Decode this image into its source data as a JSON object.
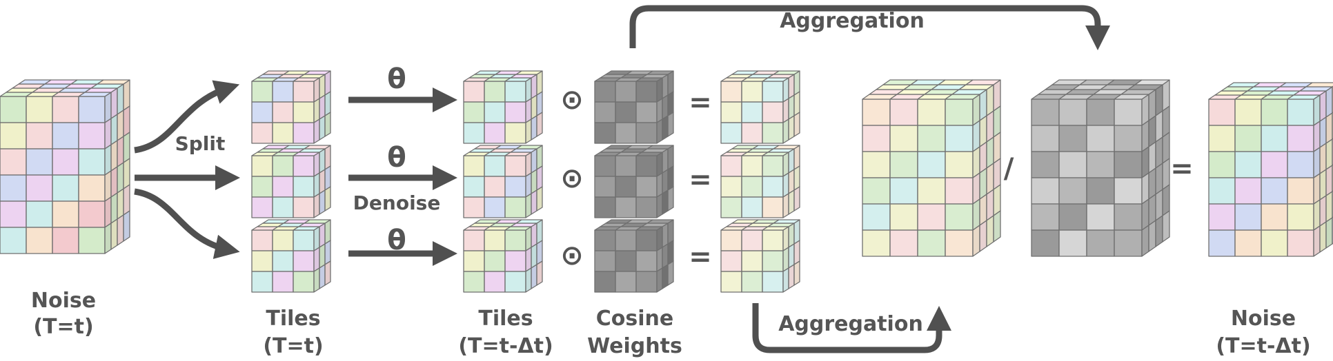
{
  "labels": {
    "noise_in_name": "Noise",
    "noise_in_time": "(T=t)",
    "tiles_in_name": "Tiles",
    "tiles_in_time": "(T=t)",
    "tiles_out_name": "Tiles",
    "tiles_out_time": "(T=t-Δt)",
    "cosine_name": "Cosine",
    "cosine_name2": "Weights",
    "noise_out_name": "Noise",
    "noise_out_time": "(T=t-Δt)",
    "split": "Split",
    "denoise": "Denoise",
    "theta": "θ",
    "aggregation_top": "Aggregation",
    "aggregation_bottom": "Aggregation",
    "hadamard": "⊙",
    "equals": "=",
    "divide": "/"
  },
  "colors": {
    "text": "#555555",
    "arrow": "#505050",
    "edge": "#6f6f6f"
  }
}
